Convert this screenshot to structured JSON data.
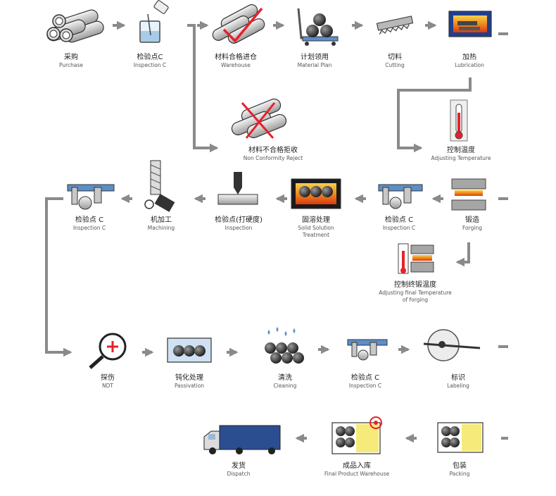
{
  "steps": {
    "purchase": {
      "zh": "采购",
      "en": "Purchase"
    },
    "inspection_c1": {
      "zh": "检验点C",
      "en": "Inspection C"
    },
    "warehouse": {
      "zh": "材料合格进仓",
      "en": "Warehouse"
    },
    "material_plan": {
      "zh": "计划领用",
      "en": "Material Plan"
    },
    "cutting": {
      "zh": "切料",
      "en": "Cutting"
    },
    "lubrication": {
      "zh": "加热",
      "en": "Lubrication"
    },
    "non_conformity": {
      "zh": "材料不合格拒收",
      "en": "Non Conformity Reject"
    },
    "adjusting_temp": {
      "zh": "控制温度",
      "en": "Adjusting Temperature"
    },
    "forging": {
      "zh": "锻造",
      "en": "Forging"
    },
    "inspection_c2": {
      "zh": "检验点 C",
      "en": "Inspection C"
    },
    "solid_solution": {
      "zh": "固溶处理",
      "en": "Solid Solution",
      "en2": "Treatment"
    },
    "inspection_hardness": {
      "zh": "检验点(打硬度)",
      "en": "Inspection"
    },
    "machining": {
      "zh": "机加工",
      "en": "Machining"
    },
    "inspection_c3": {
      "zh": "检验点 C",
      "en": "Inspection C"
    },
    "adjusting_final": {
      "zh": "控制终锻温度",
      "en": "Adjusting final Temperature",
      "en2": "of forging"
    },
    "ndt": {
      "zh": "探伤",
      "en": "NDT"
    },
    "passivation": {
      "zh": "钝化处理",
      "en": "Passivation"
    },
    "cleaning": {
      "zh": "清洗",
      "en": "Cleaning"
    },
    "inspection_c4": {
      "zh": "检验点 C",
      "en": "Inspection C"
    },
    "labeling": {
      "zh": "标识",
      "en": "Labeling"
    },
    "packing": {
      "zh": "包装",
      "en": "Packing"
    },
    "final_warehouse": {
      "zh": "成品入库",
      "en": "Final Product Warehouse"
    },
    "dispatch": {
      "zh": "发货",
      "en": "Dispatch"
    }
  },
  "colors": {
    "arrow": "#8a8a8a",
    "accent_red": "#e8202a",
    "blue": "#5b8fc9",
    "heat_orange": "#f5a623"
  }
}
